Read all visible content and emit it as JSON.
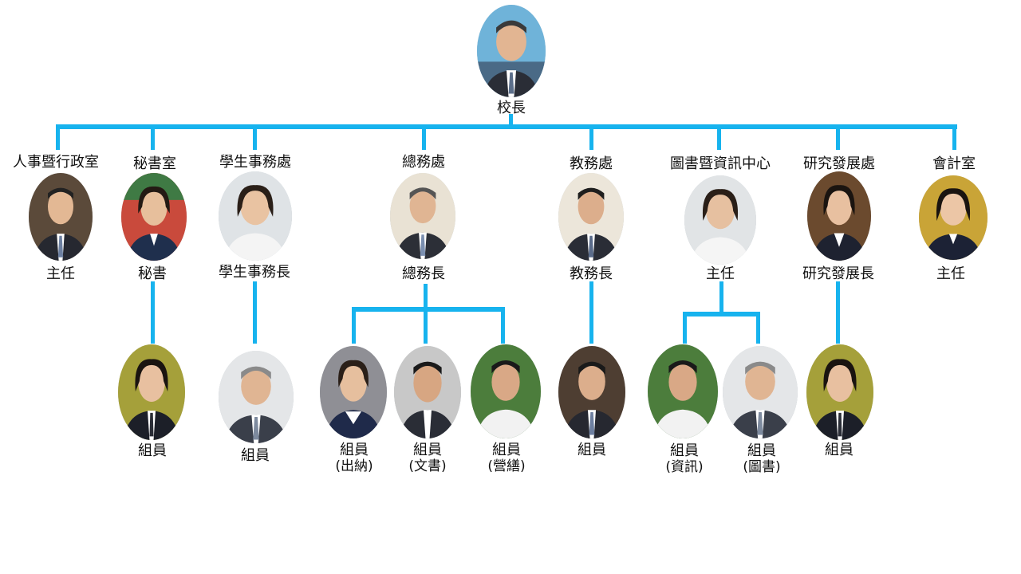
{
  "principal": {
    "title": "校長"
  },
  "departments": [
    {
      "name": "人事暨行政室",
      "role": "主任"
    },
    {
      "name": "秘書室",
      "role": "秘書"
    },
    {
      "name": "學生事務處",
      "role": "學生事務長"
    },
    {
      "name": "總務處",
      "role": "總務長"
    },
    {
      "name": "教務處",
      "role": "教務長"
    },
    {
      "name": "圖書暨資訊中心",
      "role": "主任"
    },
    {
      "name": "研究發展處",
      "role": "研究發展長"
    },
    {
      "name": "會計室",
      "role": "主任"
    }
  ],
  "staff": [
    {
      "role": "組員",
      "note": ""
    },
    {
      "role": "組員",
      "note": ""
    },
    {
      "role": "組員",
      "note": "(出納)"
    },
    {
      "role": "組員",
      "note": "(文書)"
    },
    {
      "role": "組員",
      "note": "(營繕)"
    },
    {
      "role": "組員",
      "note": ""
    },
    {
      "role": "組員",
      "note": "(資訊)"
    },
    {
      "role": "組員",
      "note": "(圖書)"
    },
    {
      "role": "組員",
      "note": ""
    }
  ],
  "colors": {
    "connector": "#17b3ee",
    "text": "#111111"
  }
}
